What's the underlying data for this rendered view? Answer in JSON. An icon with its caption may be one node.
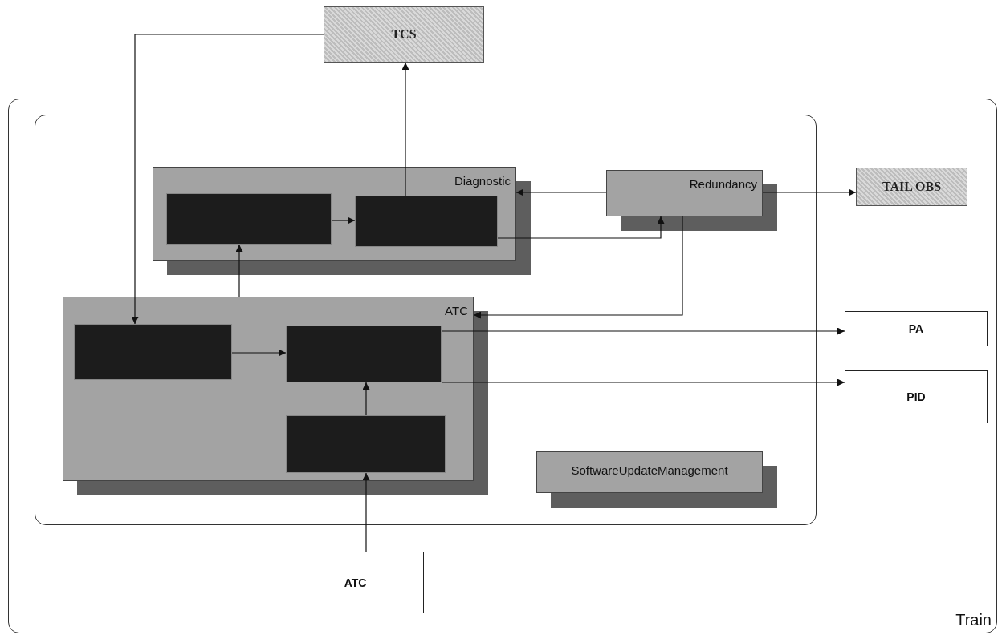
{
  "diagram": {
    "nodes": [
      {
        "text": [
          "TCS"
        ]
      },
      {
        "text": [
          "Train"
        ]
      },
      {
        "text": [],
        "shape": "box",
        "in": 1
      },
      {
        "text": [
          "Diagnostic"
        ],
        "in": 2
      },
      {
        "text": [],
        "shape": "box",
        "in": 3
      },
      {
        "text": [],
        "shape": "box",
        "in": 3
      },
      {
        "text": [
          "Redundancy"
        ],
        "in": 2
      },
      {
        "text": [
          "TAIL OBS"
        ],
        "in": 1
      },
      {
        "text": [
          "ATC"
        ],
        "in": 2
      },
      {
        "text": [],
        "shape": "box",
        "in": 8
      },
      {
        "text": [],
        "shape": "box",
        "in": 8
      },
      {
        "text": [],
        "shape": "box",
        "in": 8
      },
      {
        "text": [
          "SoftwareUpdateManagement"
        ],
        "in": 2
      },
      {
        "text": [
          "PA"
        ],
        "in": 1
      },
      {
        "text": [
          "PID"
        ],
        "in": 1
      },
      {
        "text": [
          "ATC"
        ],
        "in": 1
      }
    ],
    "edges": [
      {
        "from": 0,
        "to": 9,
        "arrow": "to"
      },
      {
        "from": 5,
        "to": 0,
        "arrow": "to"
      },
      {
        "from": 4,
        "to": 5,
        "arrow": "to"
      },
      {
        "from": 8,
        "to": 4,
        "arrow": "to"
      },
      {
        "from": 6,
        "to": 3,
        "arrow": "to"
      },
      {
        "from": 5,
        "to": 6,
        "arrow": "to"
      },
      {
        "from": 6,
        "to": 7,
        "arrow": "to"
      },
      {
        "from": 6,
        "to": 8,
        "arrow": "to"
      },
      {
        "from": 9,
        "to": 10,
        "arrow": "to"
      },
      {
        "from": 11,
        "to": 10,
        "arrow": "to"
      },
      {
        "from": 15,
        "to": 11,
        "arrow": "to"
      },
      {
        "from": 10,
        "to": 13,
        "arrow": "to"
      },
      {
        "from": 10,
        "to": 14,
        "arrow": "to"
      }
    ]
  }
}
